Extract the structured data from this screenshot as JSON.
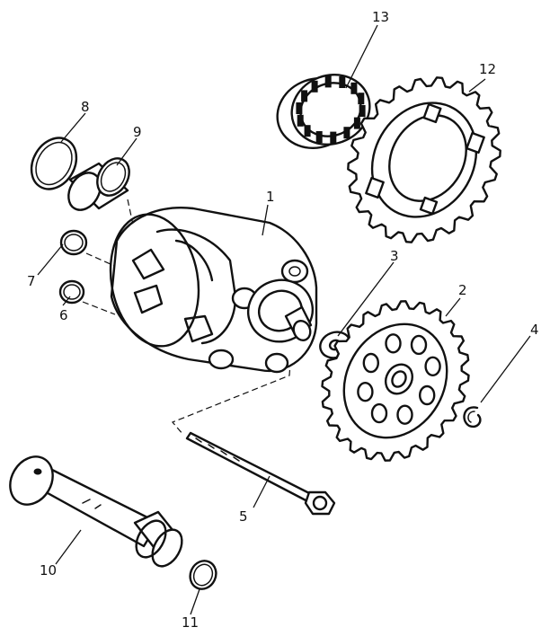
{
  "callouts": {
    "c1": "1",
    "c2": "2",
    "c3": "3",
    "c4": "4",
    "c5": "5",
    "c6": "6",
    "c7": "7",
    "c8": "8",
    "c9": "9",
    "c10": "10",
    "c11": "11",
    "c12": "12",
    "c13": "13"
  },
  "colors": {
    "ink": "#111111",
    "paper": "#ffffff"
  }
}
